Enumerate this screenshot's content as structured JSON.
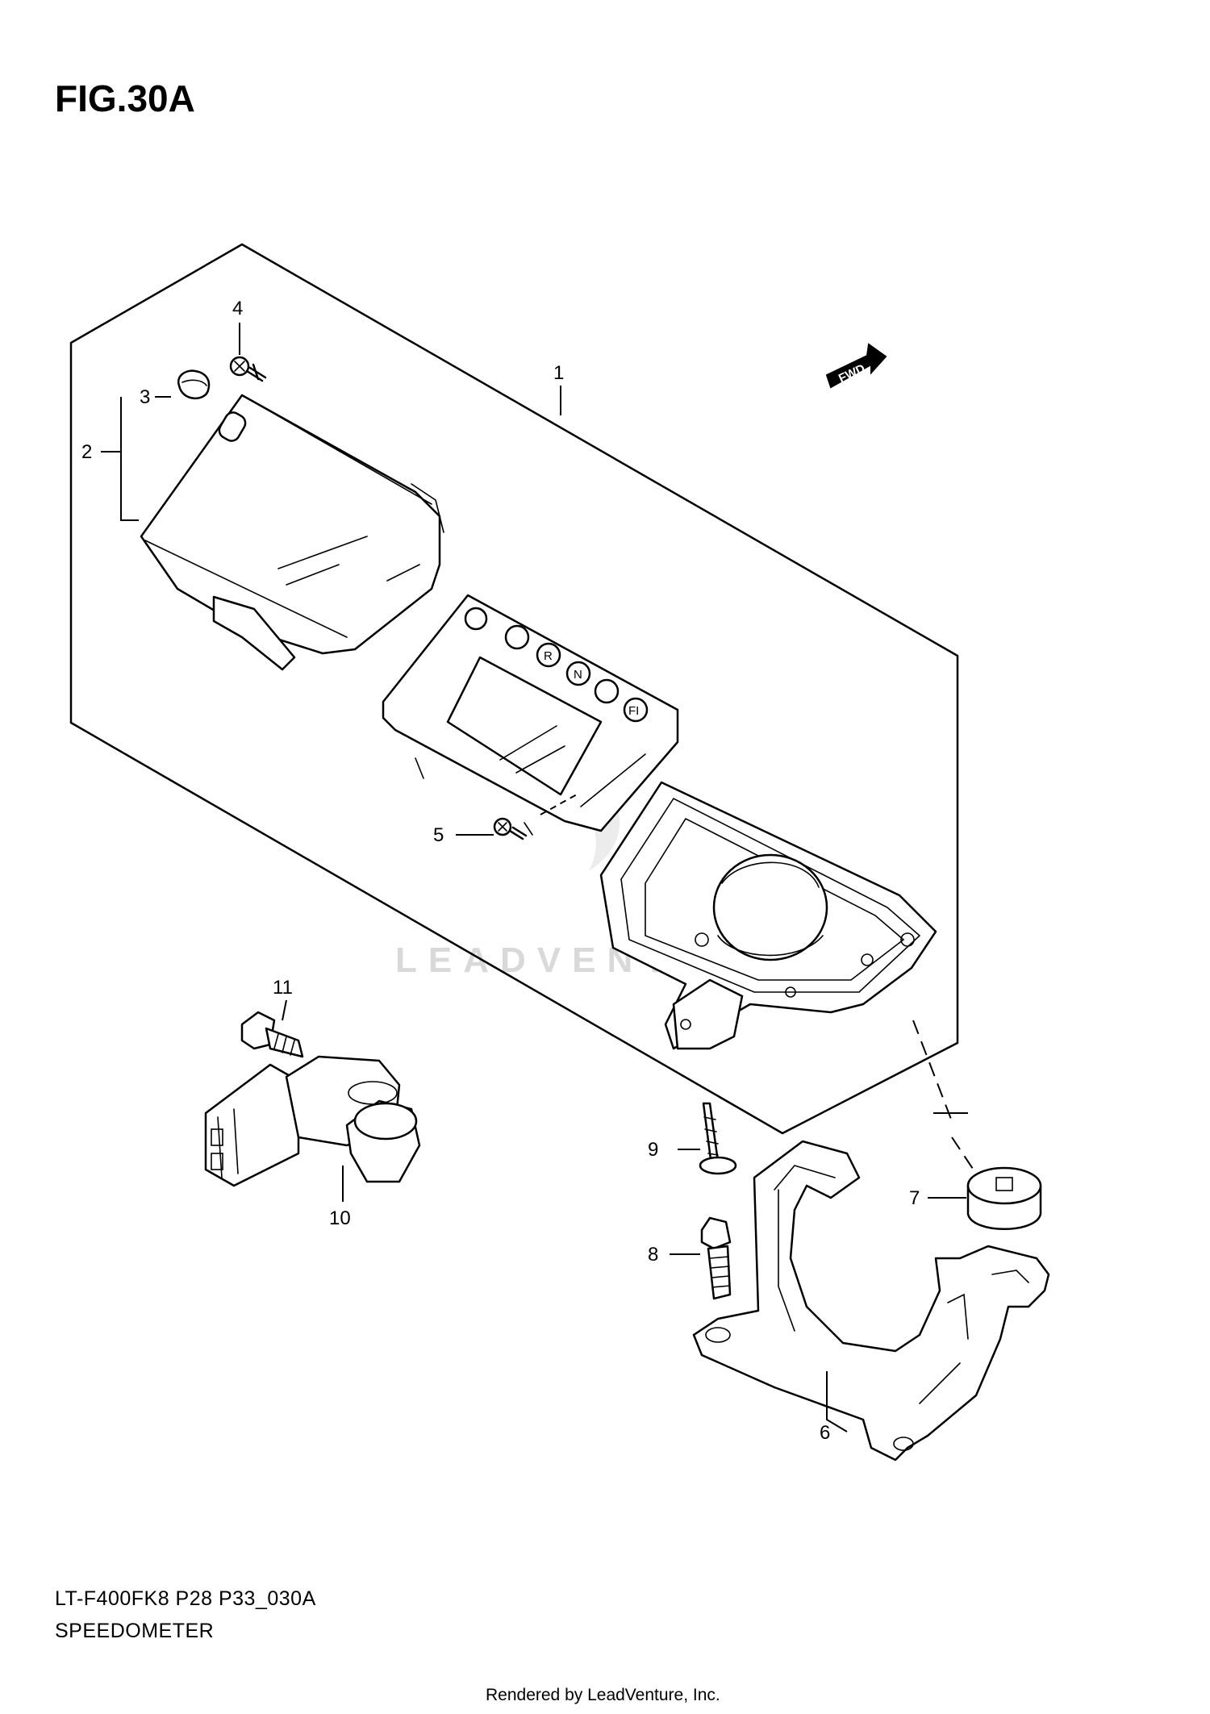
{
  "figure": {
    "title": "FIG.30A",
    "model_code": "LT-F400FK8 P28 P33_030A",
    "section_name": "SPEEDOMETER",
    "rendered_by": "Rendered by LeadVenture, Inc.",
    "watermark": "LEADVENTURE",
    "direction_marker": "FWD"
  },
  "indicator_labels": [
    "R",
    "N",
    "FI"
  ],
  "callouts": [
    {
      "number": "1",
      "part": "speedometer-assembly"
    },
    {
      "number": "2",
      "part": "meter-case"
    },
    {
      "number": "3",
      "part": "cap"
    },
    {
      "number": "4",
      "part": "screw"
    },
    {
      "number": "5",
      "part": "screw"
    },
    {
      "number": "6",
      "part": "meter-bracket"
    },
    {
      "number": "7",
      "part": "cushion"
    },
    {
      "number": "8",
      "part": "bolt"
    },
    {
      "number": "9",
      "part": "screw"
    },
    {
      "number": "10",
      "part": "speed-sensor"
    },
    {
      "number": "11",
      "part": "bolt"
    }
  ]
}
